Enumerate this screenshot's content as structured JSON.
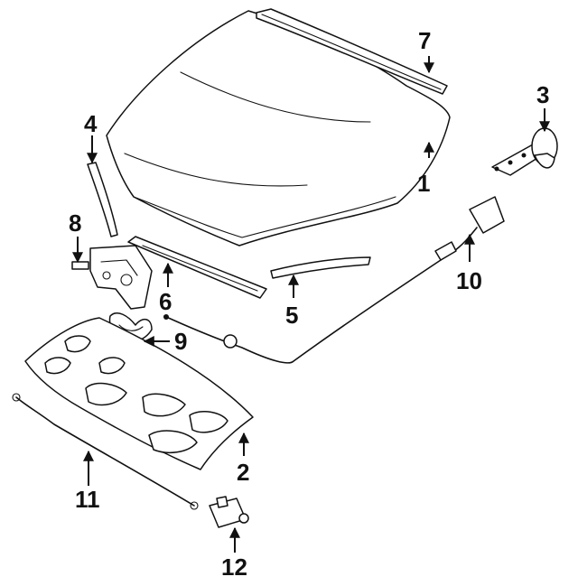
{
  "callouts": [
    {
      "id": "1",
      "label": "1"
    },
    {
      "id": "2",
      "label": "2"
    },
    {
      "id": "3",
      "label": "3"
    },
    {
      "id": "4",
      "label": "4"
    },
    {
      "id": "5",
      "label": "5"
    },
    {
      "id": "6",
      "label": "6"
    },
    {
      "id": "7",
      "label": "7"
    },
    {
      "id": "8",
      "label": "8"
    },
    {
      "id": "9",
      "label": "9"
    },
    {
      "id": "10",
      "label": "10"
    },
    {
      "id": "11",
      "label": "11"
    },
    {
      "id": "12",
      "label": "12"
    }
  ],
  "colors": {
    "ink": "#111111",
    "background": "#ffffff"
  }
}
